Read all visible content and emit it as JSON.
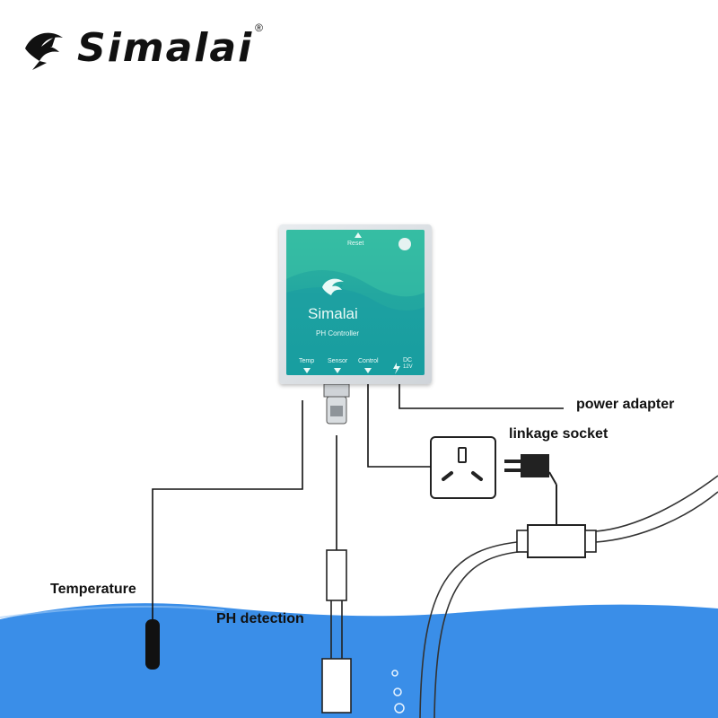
{
  "brand": {
    "name": "Simalai",
    "registered_mark": "®"
  },
  "device": {
    "reset_label": "Reset",
    "brand_name": "Simalai",
    "model_label": "PH Controller",
    "ports": [
      "Temp",
      "Sensor",
      "Control",
      "DC"
    ],
    "dc_voltage": "12V"
  },
  "labels": {
    "power_adapter": "power adapter",
    "linkage_socket": "linkage socket",
    "temperature": "Temperature",
    "ph_detection": "PH detection"
  },
  "colors": {
    "water": "#3a8ee8",
    "device_face": "#23a7a0",
    "line": "#111111"
  }
}
